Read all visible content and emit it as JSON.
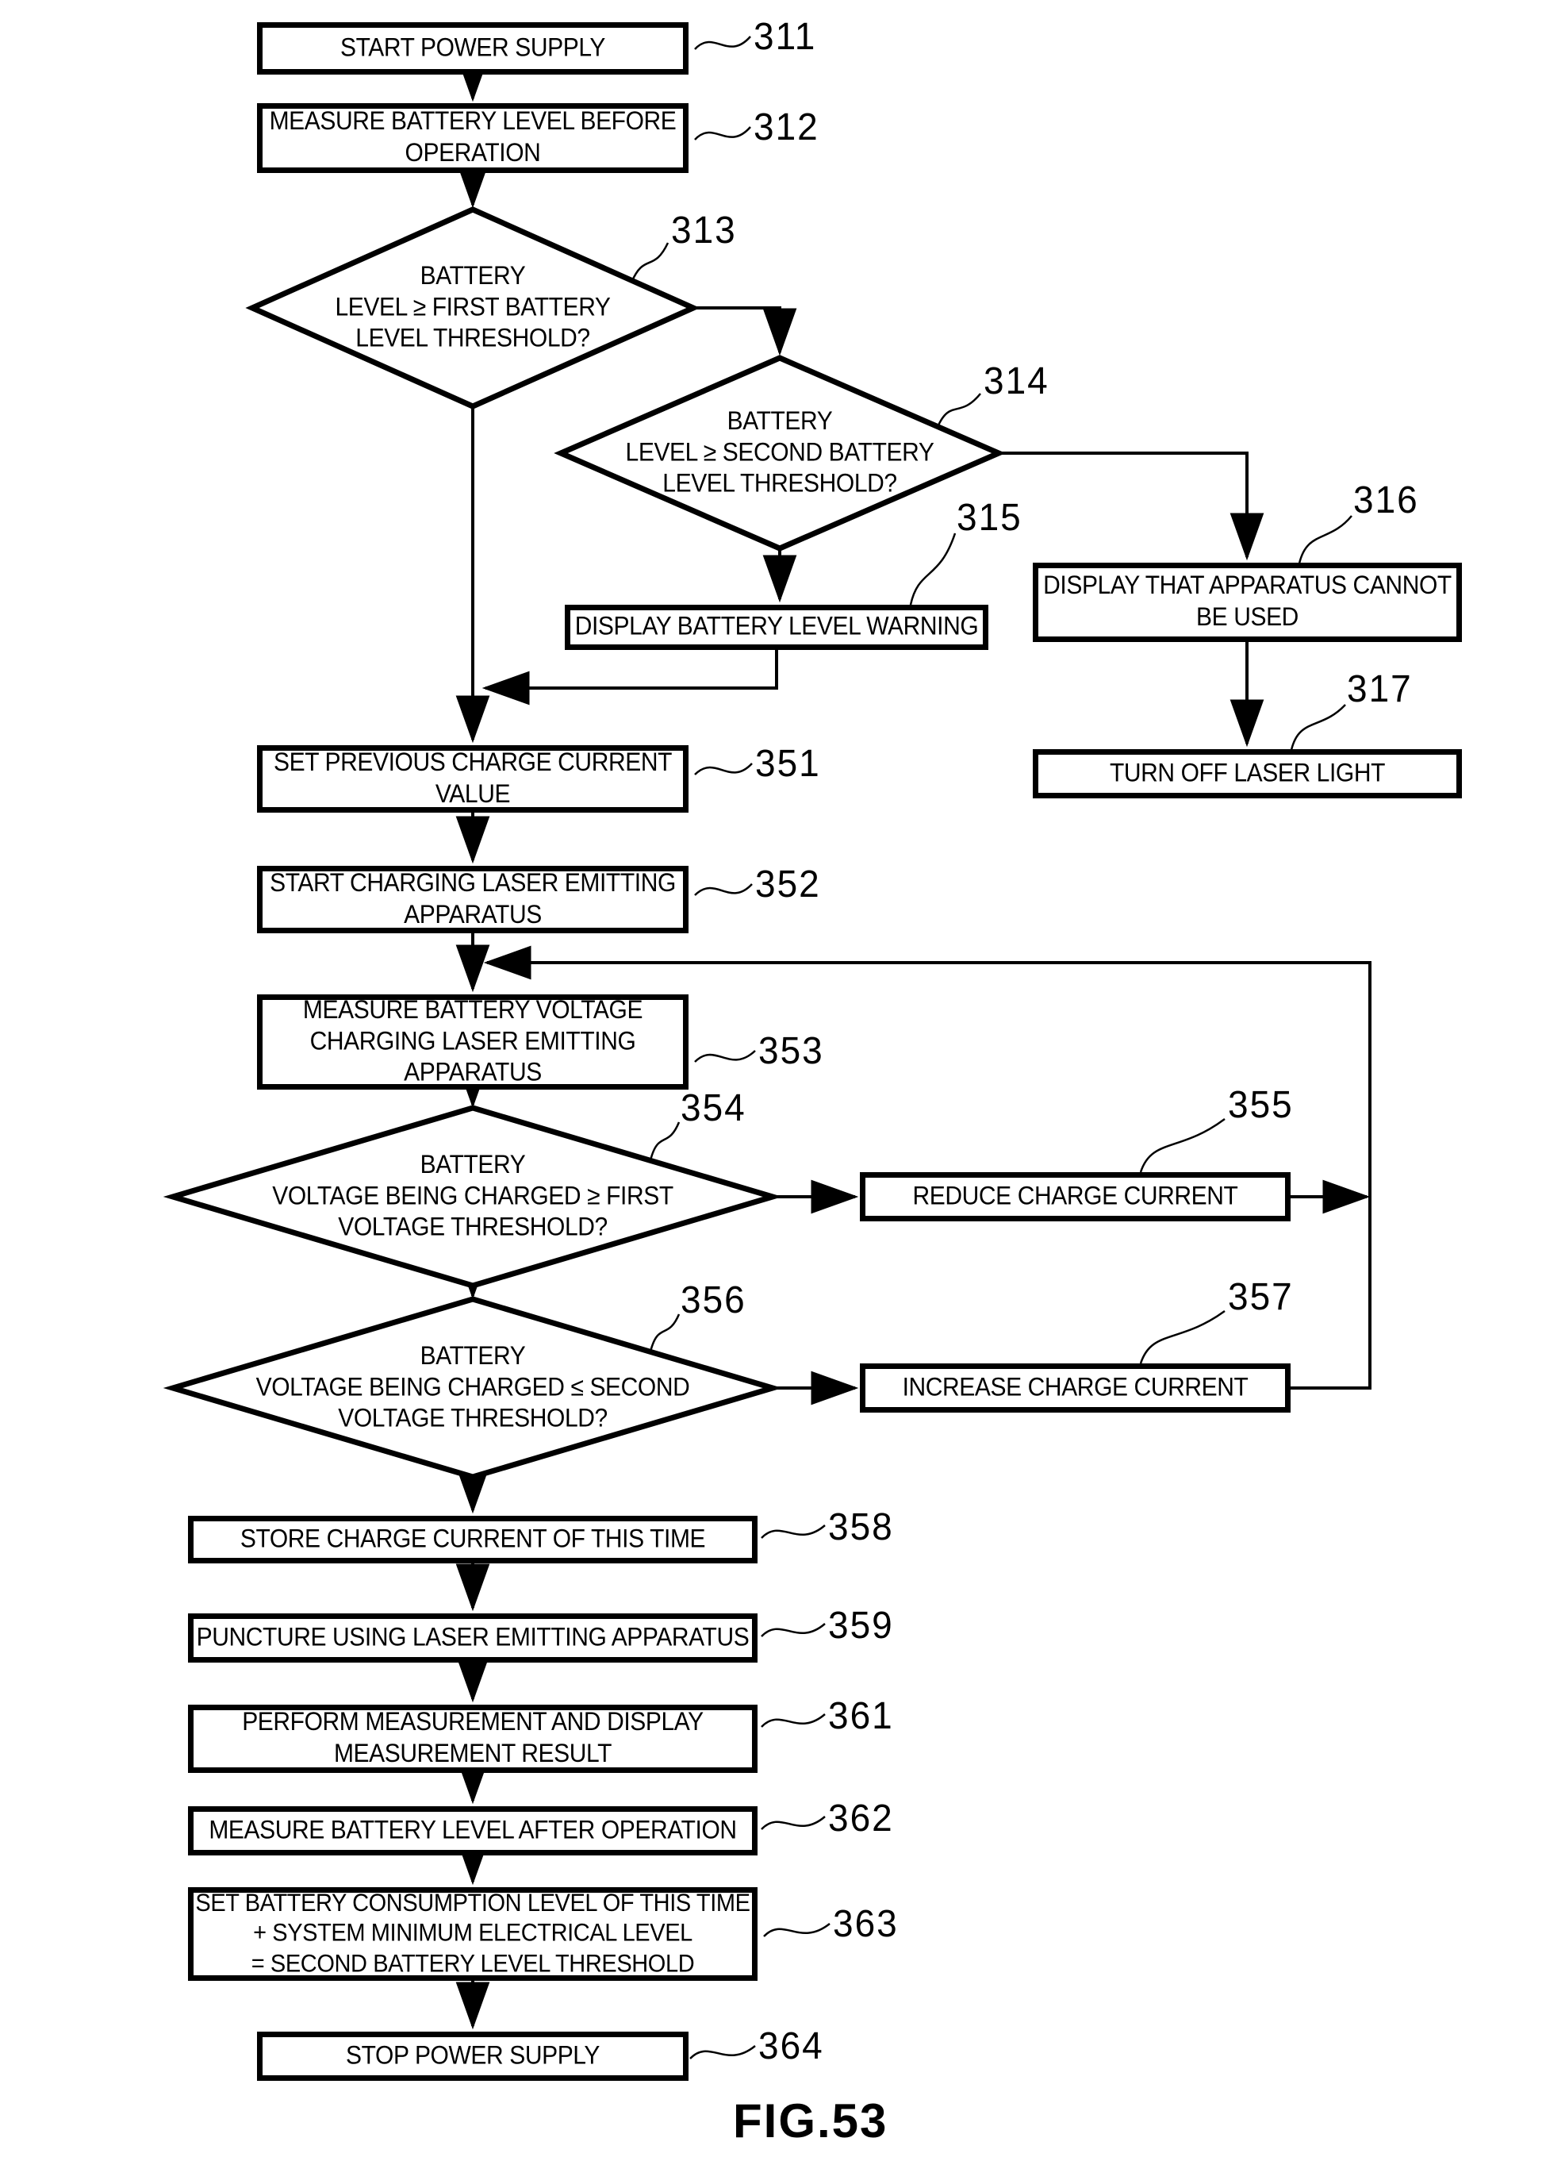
{
  "flowchart": {
    "caption": "FIG.53",
    "colors": {
      "ink": "#000000",
      "paper": "#ffffff"
    },
    "nodes": {
      "n311": {
        "ref": "311",
        "type": "process",
        "text": "START POWER SUPPLY"
      },
      "n312": {
        "ref": "312",
        "type": "process",
        "text": "MEASURE BATTERY LEVEL BEFORE\nOPERATION"
      },
      "n313": {
        "ref": "313",
        "type": "decision",
        "text": "BATTERY\nLEVEL ≥ FIRST BATTERY\nLEVEL THRESHOLD?"
      },
      "n314": {
        "ref": "314",
        "type": "decision",
        "text": "BATTERY\nLEVEL ≥ SECOND BATTERY\nLEVEL THRESHOLD?"
      },
      "n315": {
        "ref": "315",
        "type": "process",
        "text": "DISPLAY BATTERY LEVEL WARNING"
      },
      "n316": {
        "ref": "316",
        "type": "process",
        "text": "DISPLAY THAT APPARATUS CANNOT\nBE USED"
      },
      "n317": {
        "ref": "317",
        "type": "process",
        "text": "TURN OFF LASER LIGHT"
      },
      "n351": {
        "ref": "351",
        "type": "process",
        "text": "SET PREVIOUS CHARGE CURRENT\nVALUE"
      },
      "n352": {
        "ref": "352",
        "type": "process",
        "text": "START CHARGING LASER EMITTING\nAPPARATUS"
      },
      "n353": {
        "ref": "353",
        "type": "process",
        "text": "MEASURE BATTERY VOLTAGE\nCHARGING LASER EMITTING\nAPPARATUS"
      },
      "n354": {
        "ref": "354",
        "type": "decision",
        "text": "BATTERY\nVOLTAGE BEING CHARGED ≥ FIRST\nVOLTAGE THRESHOLD?"
      },
      "n355": {
        "ref": "355",
        "type": "process",
        "text": "REDUCE CHARGE CURRENT"
      },
      "n356": {
        "ref": "356",
        "type": "decision",
        "text": "BATTERY\nVOLTAGE BEING CHARGED ≤ SECOND\nVOLTAGE THRESHOLD?"
      },
      "n357": {
        "ref": "357",
        "type": "process",
        "text": "INCREASE CHARGE CURRENT"
      },
      "n358": {
        "ref": "358",
        "type": "process",
        "text": "STORE CHARGE CURRENT OF THIS TIME"
      },
      "n359": {
        "ref": "359",
        "type": "process",
        "text": "PUNCTURE USING LASER EMITTING APPARATUS"
      },
      "n361": {
        "ref": "361",
        "type": "process",
        "text": "PERFORM MEASUREMENT AND DISPLAY\nMEASUREMENT RESULT"
      },
      "n362": {
        "ref": "362",
        "type": "process",
        "text": "MEASURE BATTERY LEVEL AFTER OPERATION"
      },
      "n363": {
        "ref": "363",
        "type": "process",
        "text": "SET BATTERY CONSUMPTION LEVEL OF THIS TIME\n+ SYSTEM MINIMUM ELECTRICAL LEVEL\n= SECOND BATTERY LEVEL THRESHOLD"
      },
      "n364": {
        "ref": "364",
        "type": "process",
        "text": "STOP POWER SUPPLY"
      }
    }
  }
}
